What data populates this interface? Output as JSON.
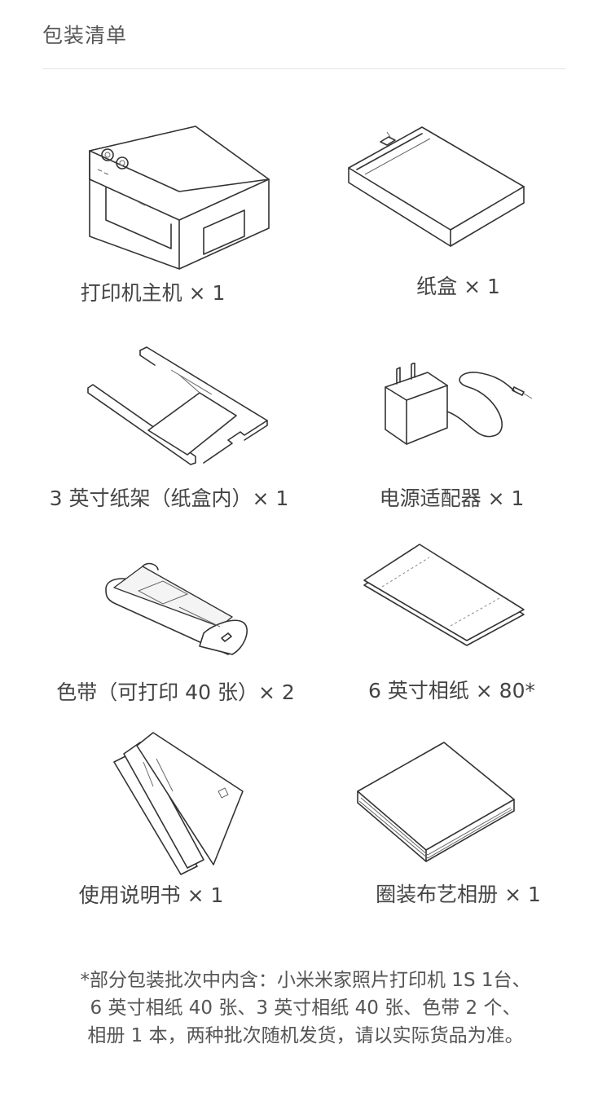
{
  "header": {
    "title": "包装清单"
  },
  "items": [
    {
      "label": "打印机主机 × 1",
      "icon": "printer-icon"
    },
    {
      "label": "纸盒 × 1",
      "icon": "paper-tray-icon"
    },
    {
      "label": "3 英寸纸架（纸盒内）× 1",
      "icon": "paper-holder-icon"
    },
    {
      "label": "电源适配器 × 1",
      "icon": "power-adapter-icon"
    },
    {
      "label": "色带（可打印 40 张）× 2",
      "icon": "ink-ribbon-icon"
    },
    {
      "label": "6 英寸相纸 × 80*",
      "icon": "photo-paper-icon"
    },
    {
      "label": "使用说明书 × 1",
      "icon": "manual-icon"
    },
    {
      "label": "圈装布艺相册 × 1",
      "icon": "photo-album-icon"
    }
  ],
  "footnote": {
    "lines": [
      "*部分包装批次中内含：小米米家照片打印机 1S 1台、",
      "6 英寸相纸 40 张、3 英寸相纸 40 张、色带 2 个、",
      "相册 1 本，两种批次随机发货，请以实际货品为准。"
    ]
  }
}
